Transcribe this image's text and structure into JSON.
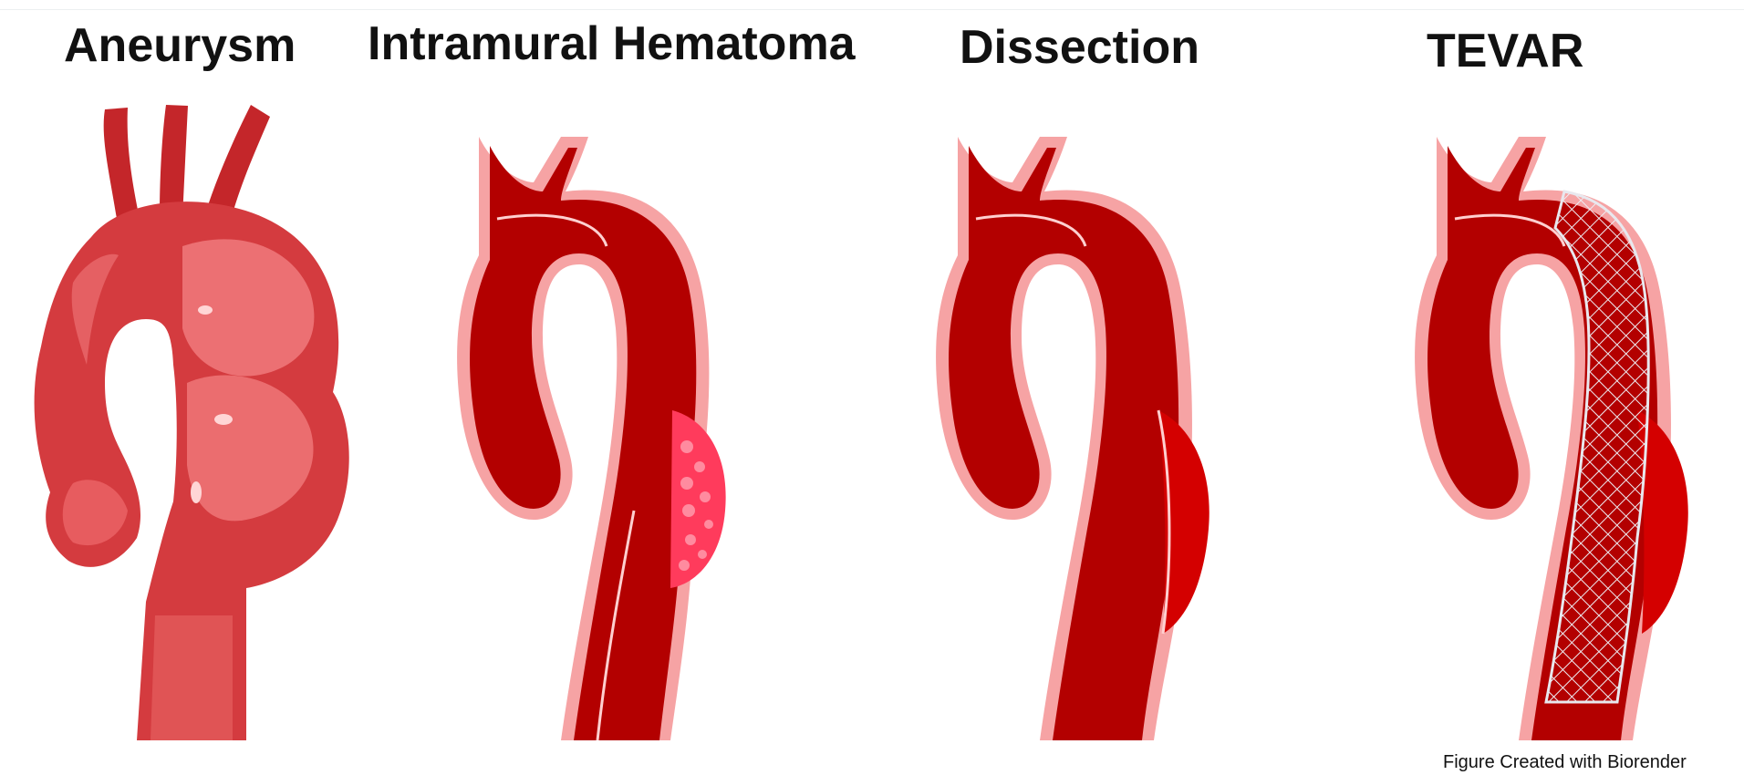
{
  "panels": [
    {
      "title": "Aneurysm"
    },
    {
      "title": "Intramural Hematoma"
    },
    {
      "title": "Dissection"
    },
    {
      "title": "TEVAR"
    }
  ],
  "credit": "Figure Created with Biorender",
  "colors": {
    "aorta_dark": "#b30000",
    "aorta_light": "#e05455",
    "wall_pink": "#f6a3a4",
    "hematoma": "#ff3b5c",
    "stent": "#e8e8ee"
  }
}
